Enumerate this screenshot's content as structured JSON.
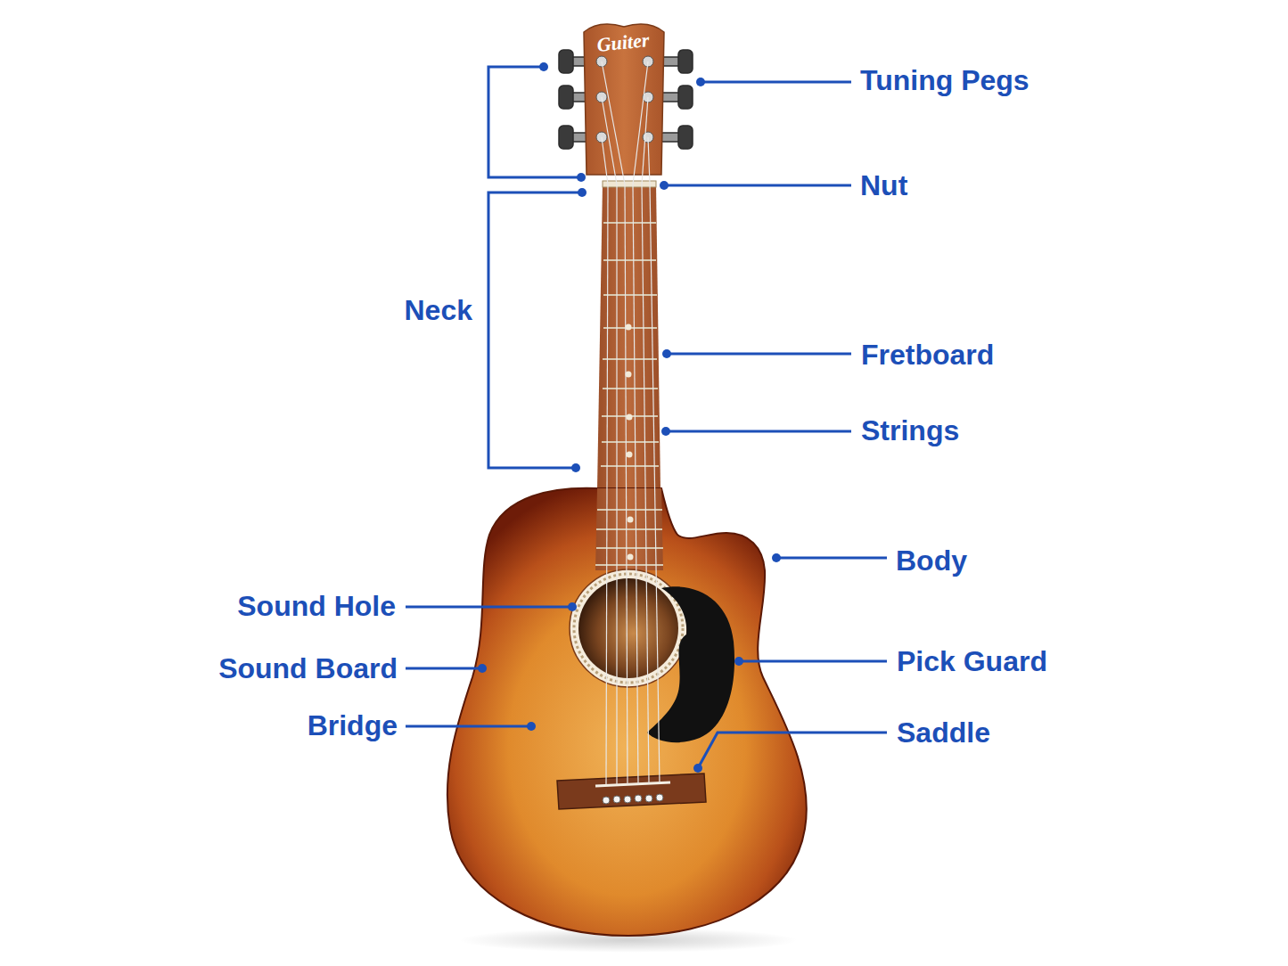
{
  "diagram": {
    "labels": [
      "Guiter",
      "Tuning Pegs",
      "Nut",
      "Neck",
      "Fretboard",
      "Strings",
      "Body",
      "Sound Hole",
      "Sound Board",
      "Bridge",
      "Pick Guard",
      "Saddle"
    ]
  }
}
